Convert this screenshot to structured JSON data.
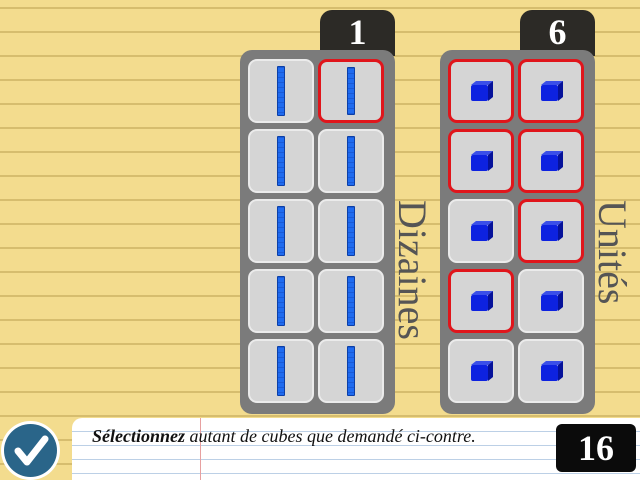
{
  "tens": {
    "count": "1",
    "label": "Dizaines",
    "cells": [
      {
        "selected": false
      },
      {
        "selected": true
      },
      {
        "selected": false
      },
      {
        "selected": false
      },
      {
        "selected": false
      },
      {
        "selected": false
      },
      {
        "selected": false
      },
      {
        "selected": false
      },
      {
        "selected": false
      },
      {
        "selected": false
      }
    ]
  },
  "units": {
    "count": "6",
    "label": "Unités",
    "cells": [
      {
        "selected": true
      },
      {
        "selected": true
      },
      {
        "selected": true
      },
      {
        "selected": true
      },
      {
        "selected": false
      },
      {
        "selected": true
      },
      {
        "selected": true
      },
      {
        "selected": false
      },
      {
        "selected": false
      },
      {
        "selected": false
      }
    ]
  },
  "instruction": {
    "bold": "Sélectionnez",
    "rest": " autant de cubes que demandé ci-contre."
  },
  "target_number": "16",
  "icons": {
    "validate": "check-icon",
    "ten": "ten-rod-icon",
    "unit": "unit-cube-icon"
  },
  "colors": {
    "background": "#f3dc8e",
    "panel": "#7b7b7b",
    "selected_border": "#e0151b",
    "block_blue": "#1f6bf0",
    "validate": "#2a6589"
  }
}
